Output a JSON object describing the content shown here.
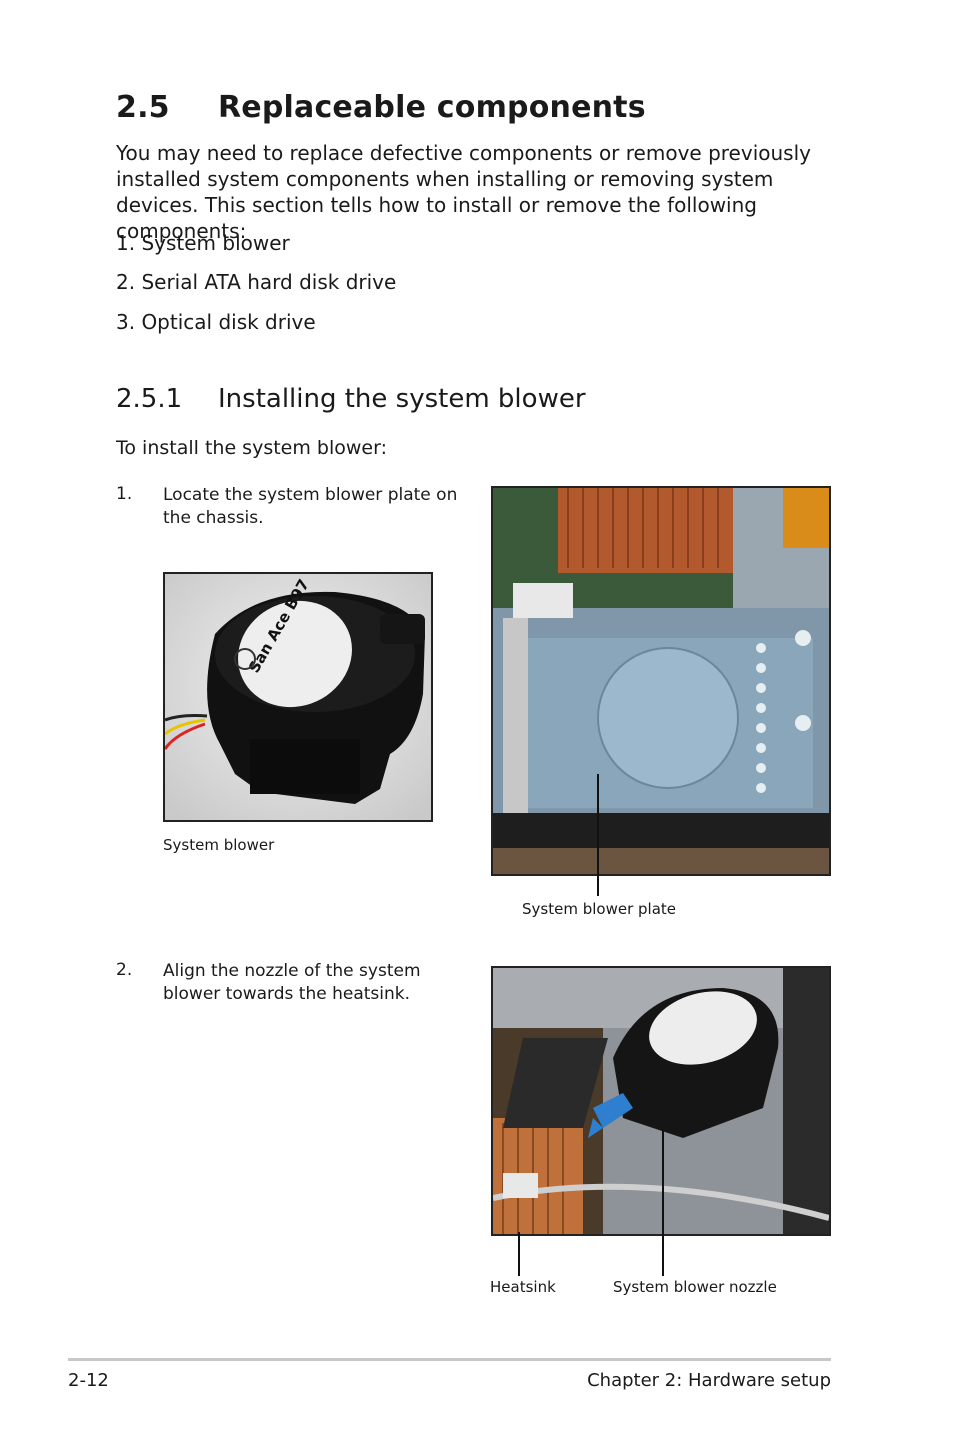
{
  "section": {
    "number": "2.5",
    "title": "Replaceable components",
    "intro": "You may need to replace defective components or remove previously installed system components when installing or removing system devices. This section tells how to install or remove the following components:",
    "items": [
      "1. System blower",
      "2. Serial ATA hard disk drive",
      "3. Optical disk drive"
    ]
  },
  "subsection": {
    "number": "2.5.1",
    "title": "Installing the system blower",
    "lead": "To install the system blower:"
  },
  "steps": [
    {
      "num": "1.",
      "text": "Locate the system blower plate on the chassis."
    },
    {
      "num": "2.",
      "text": "Align the nozzle of the system blower towards the heatsink."
    }
  ],
  "captions": {
    "blower": "System blower",
    "blower_plate": "System blower plate",
    "heatsink": "Heatsink",
    "blower_nozzle": "System blower nozzle"
  },
  "blower_label": "San Ace B97",
  "footer": {
    "page": "2-12",
    "chapter": "Chapter 2:  Hardware setup"
  }
}
